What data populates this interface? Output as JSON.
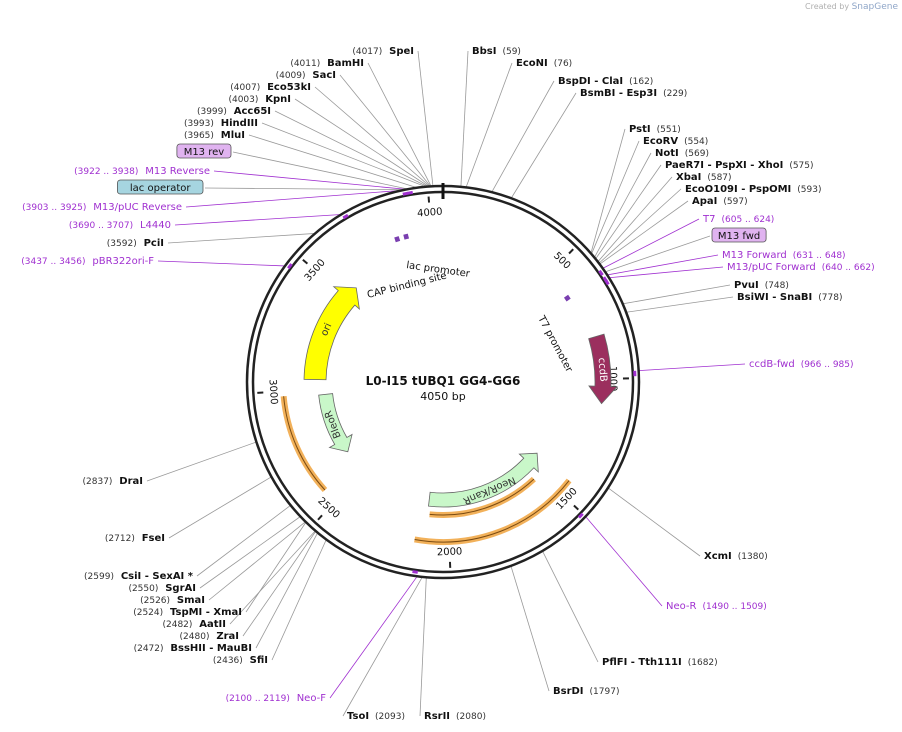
{
  "credit": {
    "prefix": "Created by",
    "brand": "SnapGene"
  },
  "plasmid": {
    "name": "L0-I15 tUBQ1 GG4-GG6",
    "size_label": "4050 bp",
    "length": 4050
  },
  "ticks": [
    {
      "pos": 500,
      "label": "500"
    },
    {
      "pos": 1000,
      "label": "1000"
    },
    {
      "pos": 1500,
      "label": "1500"
    },
    {
      "pos": 2000,
      "label": "2000"
    },
    {
      "pos": 2500,
      "label": "2500"
    },
    {
      "pos": 3000,
      "label": "3000"
    },
    {
      "pos": 3500,
      "label": "3500"
    },
    {
      "pos": 4000,
      "label": "4000"
    }
  ],
  "features": [
    {
      "name": "ccdB",
      "start": 826,
      "end": 1100,
      "dir": 1,
      "color": "#9b2f5e",
      "ring": "inner",
      "label_color": "#ffffff"
    },
    {
      "name": "NeoR/KanR",
      "start": 1430,
      "end": 2100,
      "dir": -1,
      "color": "#c9f7c9",
      "ring": "mid",
      "label_color": "#333333"
    },
    {
      "name": "BleoR",
      "start": 2630,
      "end": 2970,
      "dir": -1,
      "color": "#c9f7c9",
      "ring": "mid",
      "label_color": "#333333"
    },
    {
      "name": "ori",
      "start": 3050,
      "end": 3570,
      "dir": 1,
      "color": "#ffff00",
      "ring": "inner2",
      "label_color": "#333333"
    }
  ],
  "promoters": [
    {
      "name": "T7 promoter",
      "pos": 620
    },
    {
      "name": "lac promoter",
      "pos": 3900
    },
    {
      "name": "CAP binding site",
      "pos": 3860
    }
  ],
  "enzymes_right": [
    {
      "name": "BbsI",
      "pos": "(59)",
      "at": 59
    },
    {
      "name": "EcoNI",
      "pos": "(76)",
      "at": 76
    },
    {
      "name": "BspDI - ClaI",
      "pos": "(162)",
      "at": 162
    },
    {
      "name": "BsmBI - Esp3I",
      "pos": "(229)",
      "at": 229
    },
    {
      "name": "PstI",
      "pos": "(551)",
      "at": 551
    },
    {
      "name": "EcoRV",
      "pos": "(554)",
      "at": 554
    },
    {
      "name": "NotI",
      "pos": "(569)",
      "at": 569
    },
    {
      "name": "PaeR7I - PspXI - XhoI",
      "pos": "(575)",
      "at": 575
    },
    {
      "name": "XbaI",
      "pos": "(587)",
      "at": 587
    },
    {
      "name": "EcoO109I - PspOMI",
      "pos": "(593)",
      "at": 593
    },
    {
      "name": "ApaI",
      "pos": "(597)",
      "at": 597
    },
    {
      "name": "PvuI",
      "pos": "(748)",
      "at": 748
    },
    {
      "name": "BsiWI - SnaBI",
      "pos": "(778)",
      "at": 778
    },
    {
      "name": "XcmI",
      "pos": "(1380)",
      "at": 1380
    },
    {
      "name": "PflFI - Tth111I",
      "pos": "(1682)",
      "at": 1682
    },
    {
      "name": "BsrDI",
      "pos": "(1797)",
      "at": 1797
    },
    {
      "name": "RsrII",
      "pos": "(2080)",
      "at": 2080
    },
    {
      "name": "TsoI",
      "pos": "(2093)",
      "at": 2093
    }
  ],
  "enzymes_left": [
    {
      "name": "SpeI",
      "pos": "(4017)",
      "at": 4017
    },
    {
      "name": "BamHI",
      "pos": "(4011)",
      "at": 4011
    },
    {
      "name": "SacI",
      "pos": "(4009)",
      "at": 4009
    },
    {
      "name": "Eco53kI",
      "pos": "(4007)",
      "at": 4007
    },
    {
      "name": "KpnI",
      "pos": "(4003)",
      "at": 4003
    },
    {
      "name": "Acc65I",
      "pos": "(3999)",
      "at": 3999
    },
    {
      "name": "HindIII",
      "pos": "(3993)",
      "at": 3993
    },
    {
      "name": "MluI",
      "pos": "(3965)",
      "at": 3965
    },
    {
      "name": "PciI",
      "pos": "(3592)",
      "at": 3592
    },
    {
      "name": "DraI",
      "pos": "(2837)",
      "at": 2837
    },
    {
      "name": "FseI",
      "pos": "(2712)",
      "at": 2712
    },
    {
      "name": "CsiI - SexAI *",
      "pos": "(2599)",
      "at": 2599
    },
    {
      "name": "SgrAI",
      "pos": "(2550)",
      "at": 2550
    },
    {
      "name": "SmaI",
      "pos": "(2526)",
      "at": 2526
    },
    {
      "name": "TspMI - XmaI",
      "pos": "(2524)",
      "at": 2524
    },
    {
      "name": "AatII",
      "pos": "(2482)",
      "at": 2482
    },
    {
      "name": "ZraI",
      "pos": "(2480)",
      "at": 2480
    },
    {
      "name": "BssHII - MauBI",
      "pos": "(2472)",
      "at": 2472
    },
    {
      "name": "SfiI",
      "pos": "(2436)",
      "at": 2436
    }
  ],
  "primers": [
    {
      "name": "T7",
      "range": "(605 .. 624)",
      "at": 614,
      "boxed": false
    },
    {
      "name": "M13 fwd",
      "range": "",
      "at": 628,
      "boxed": true,
      "box_color": "#e0b3f0"
    },
    {
      "name": "M13 Forward",
      "range": "(631 .. 648)",
      "at": 640,
      "boxed": false
    },
    {
      "name": "M13/pUC Forward",
      "range": "(640 .. 662)",
      "at": 651,
      "boxed": false
    },
    {
      "name": "ccdB-fwd",
      "range": "(966 .. 985)",
      "at": 975,
      "boxed": false
    },
    {
      "name": "Neo-R",
      "range": "(1490 .. 1509)",
      "at": 1500,
      "boxed": false
    },
    {
      "name": "Neo-F",
      "range": "(2100 .. 2119)",
      "at": 2110,
      "boxed": false
    },
    {
      "name": "pBR322ori-F",
      "range": "(3437 .. 3456)",
      "at": 3446,
      "boxed": false
    },
    {
      "name": "L4440",
      "range": "(3690 .. 3707)",
      "at": 3698,
      "boxed": false
    },
    {
      "name": "M13/pUC Reverse",
      "range": "(3903 .. 3925)",
      "at": 3914,
      "boxed": false
    },
    {
      "name": "lac operator",
      "range": "",
      "at": 3925,
      "boxed": true,
      "box_color": "#a6d5e0"
    },
    {
      "name": "M13 Reverse",
      "range": "(3922 .. 3938)",
      "at": 3930,
      "boxed": false
    },
    {
      "name": "M13 rev",
      "range": "",
      "at": 3935,
      "boxed": true,
      "box_color": "#e0b3f0"
    }
  ]
}
